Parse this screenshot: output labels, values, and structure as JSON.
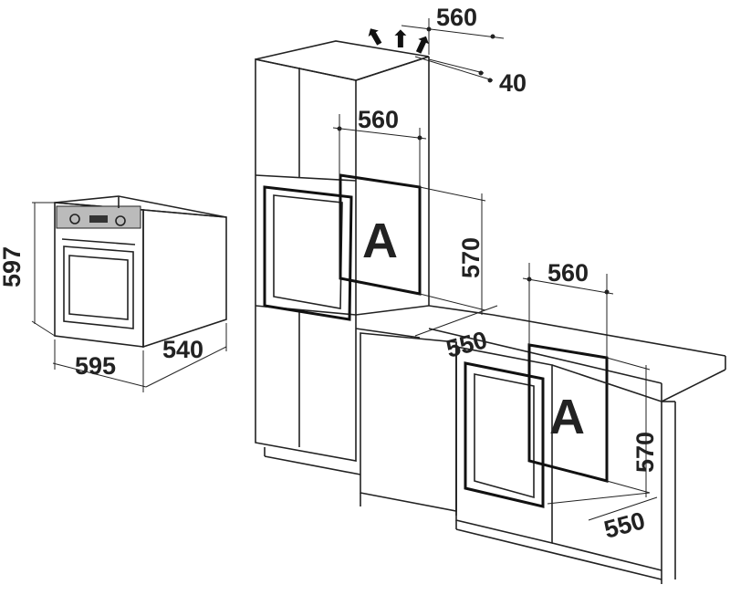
{
  "diagram": {
    "oven": {
      "height": "597",
      "width": "595",
      "depth": "540"
    },
    "tall_cabinet": {
      "vent_width": "560",
      "vent_gap": "40",
      "niche_width": "560",
      "niche_height": "570",
      "niche_depth": "550",
      "niche_label": "A"
    },
    "base_cabinet": {
      "niche_width": "560",
      "niche_height": "570",
      "niche_depth": "550",
      "niche_label": "A"
    }
  }
}
